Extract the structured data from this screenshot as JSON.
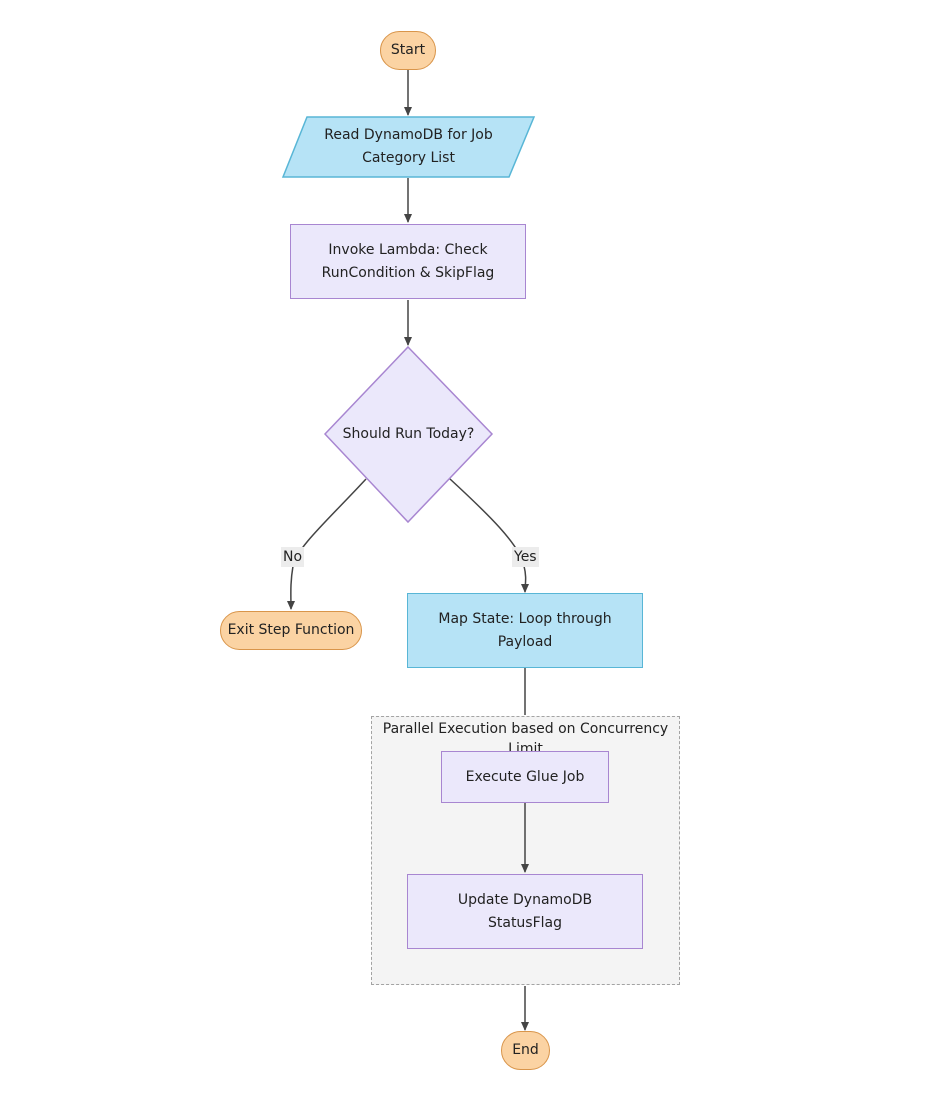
{
  "diagram": {
    "nodes": {
      "start": "Start",
      "read": [
        "Read DynamoDB for Job",
        "Category List"
      ],
      "invoke": [
        "Invoke Lambda: Check",
        "RunCondition & SkipFlag"
      ],
      "decision": "Should Run Today?",
      "exit": "Exit Step Function",
      "map": [
        "Map State: Loop through",
        "Payload"
      ],
      "glue": "Execute Glue Job",
      "update": [
        "Update DynamoDB",
        "StatusFlag"
      ],
      "end": "End"
    },
    "edge_labels": {
      "no": "No",
      "yes": "Yes"
    },
    "cluster": {
      "title": "Parallel Execution based on Concurrency Limit"
    }
  },
  "colors": {
    "terminal_fill": "#fbd3a3",
    "terminal_stroke": "#d9954a",
    "io_fill": "#b6e3f6",
    "io_stroke": "#58b6d6",
    "process_fill": "#ebe8fb",
    "process_stroke": "#a886d1",
    "cluster_fill": "#f4f4f4",
    "cluster_stroke": "#a3a3a3",
    "edge": "#444444"
  },
  "icons": {
    "arrowhead": "arrowhead-icon"
  }
}
